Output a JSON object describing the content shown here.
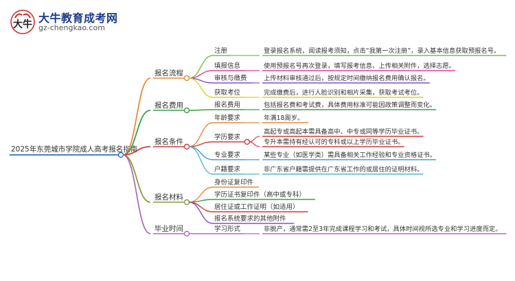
{
  "logo": {
    "title": "大牛教育成考网",
    "url": "gz-chengkao.com"
  },
  "root": {
    "label": "2025年东莞城市学院成人高考报名指南"
  },
  "branches": [
    {
      "label": "报名流程",
      "color": "#e8883a",
      "items": [
        {
          "label": "注册",
          "color": "#7bbf3a",
          "detail": "登录报名系统，阅读报考须知，点击“我第一次注册”，录入基本信息获取预报名号。"
        },
        {
          "label": "填报信息",
          "color": "#e0409a",
          "detail": "使用预报名号再次登录，填写报考信息，上传相关附件，选择志愿。"
        },
        {
          "label": "审核与缴费",
          "color": "#8a4cc8",
          "detail": "上传材料审核通过后，按规定时间缴纳报名费用确认报名。"
        },
        {
          "label": "获取考位",
          "color": "#cfd62a",
          "detail": "完成缴费后，进行人脸识别和相片采集，获取考试考位。"
        }
      ]
    },
    {
      "label": "报名费用",
      "color": "#3a9e4a",
      "items": [
        {
          "label": "报名费用",
          "color": "#3a9e4a",
          "detail": "包括报名费和考试费，具体费用标准可能因政策调整而变化。"
        }
      ]
    },
    {
      "label": "报名条件",
      "color": "#d23a3a",
      "items": [
        {
          "label": "年龄要求",
          "color": "#e8883a",
          "detail": "年满18周岁。"
        },
        {
          "label": "学历要求",
          "color": "#d23a3a",
          "details": [
            "高起专或高起本需具备高中、中专或同等学历毕业证书。",
            "专升本需持有经认可的专科或以上学历毕业证书。"
          ]
        },
        {
          "label": "专业要求",
          "color": "#3a9ed8",
          "detail": "某些专业（如医学类）需具备相关工作经验和专业资格证书。"
        },
        {
          "label": "户籍要求",
          "color": "#4fb8c8",
          "detail": "非广东省户籍需提供在广东省工作的或居住的证明材料。"
        }
      ]
    },
    {
      "label": "报名材料",
      "color": "#8a9a3a",
      "items": [
        {
          "label": "身份证复印件",
          "color": "#e8883a"
        },
        {
          "label": "学历证书复印件（高中或专科）",
          "color": "#3a9e4a"
        },
        {
          "label": "居住证或工作证明（如适用）",
          "color": "#d23a3a"
        },
        {
          "label": "报名系统要求的其他附件",
          "color": "#8a4cc8"
        }
      ]
    },
    {
      "label": "毕业时间",
      "color": "#b06bb8",
      "items": [
        {
          "label": "学习形式",
          "color": "#b06bb8",
          "detail": "非脱产，通常需2至3年完成课程学习和考试，具体时间视所选专业和学习进度而定。"
        }
      ]
    }
  ]
}
